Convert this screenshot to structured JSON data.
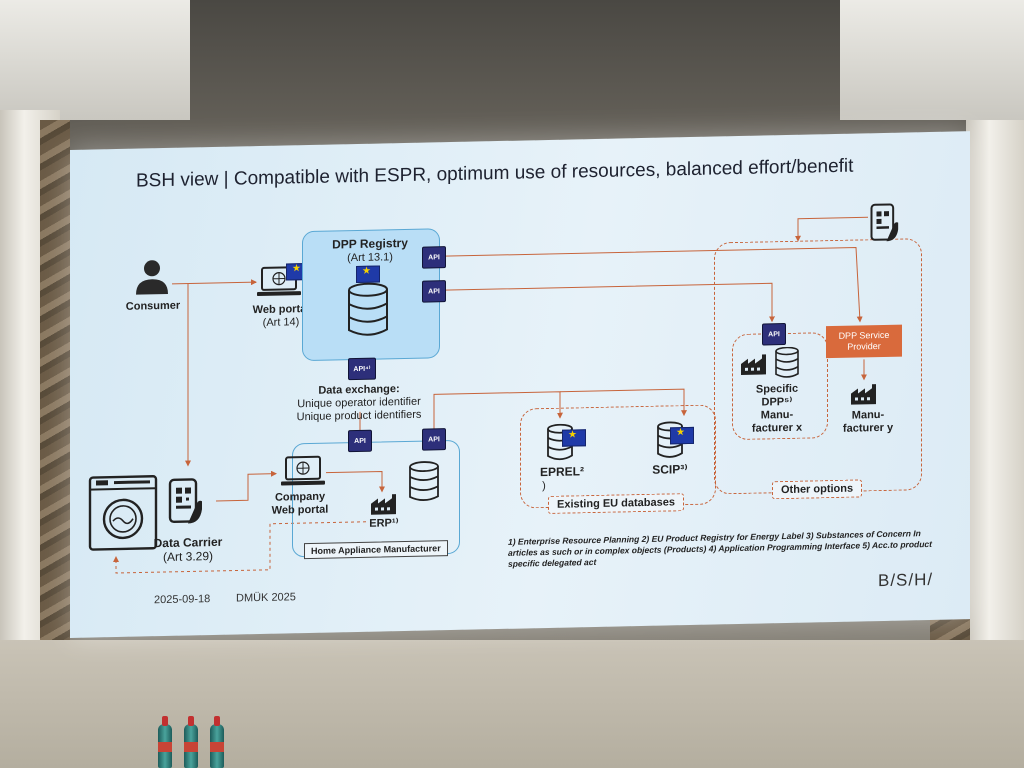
{
  "slide": {
    "title": "BSH view | Compatible with ESPR, optimum use of resources, balanced effort/benefit",
    "consumer": "Consumer",
    "web_portal": "Web portal",
    "web_portal_art": "(Art 14)",
    "registry": "DPP Registry",
    "registry_art": "(Art 13.1)",
    "api": "API",
    "api4": "API⁴⁾",
    "exchange_title": "Data exchange:",
    "exchange_line1": "Unique operator identifier",
    "exchange_line2": "Unique product identifiers",
    "company_portal_1": "Company",
    "company_portal_2": "Web portal",
    "erp": "ERP¹⁾",
    "mfr_label": "Home Appliance Manufacturer",
    "data_carrier": "Data Carrier",
    "data_carrier_art": "(Art 3.29)",
    "eprel": "EPREL²",
    "eprel_suffix": ")",
    "scip": "SCIP³⁾",
    "eu_db": "Existing EU databases",
    "specific_dpp_1": "Specific",
    "specific_dpp_2": "DPP⁵⁾",
    "specific_dpp_3": "Manu-",
    "specific_dpp_4": "facturer x",
    "dpp_service_provider": "DPP Service Provider",
    "mfr_y_1": "Manu-",
    "mfr_y_2": "facturer y",
    "other_options": "Other options",
    "footnote": "1) Enterprise Resource Planning 2) EU Product Registry for Energy Label 3) Substances of Concern In articles as such or in complex objects (Products) 4) Application Programming Interface 5) Acc.to product specific delegated act",
    "date": "2025-09-18",
    "event": "DMÜK 2025",
    "logo": "B/S/H/"
  },
  "colors": {
    "screen": "#dcebf5",
    "registry_fill": "#b9def6",
    "api_box": "#2d2f7a",
    "arrow": "#c7643b",
    "service_provider": "#d96a3c",
    "eu_flag": "#1f3aa8"
  }
}
